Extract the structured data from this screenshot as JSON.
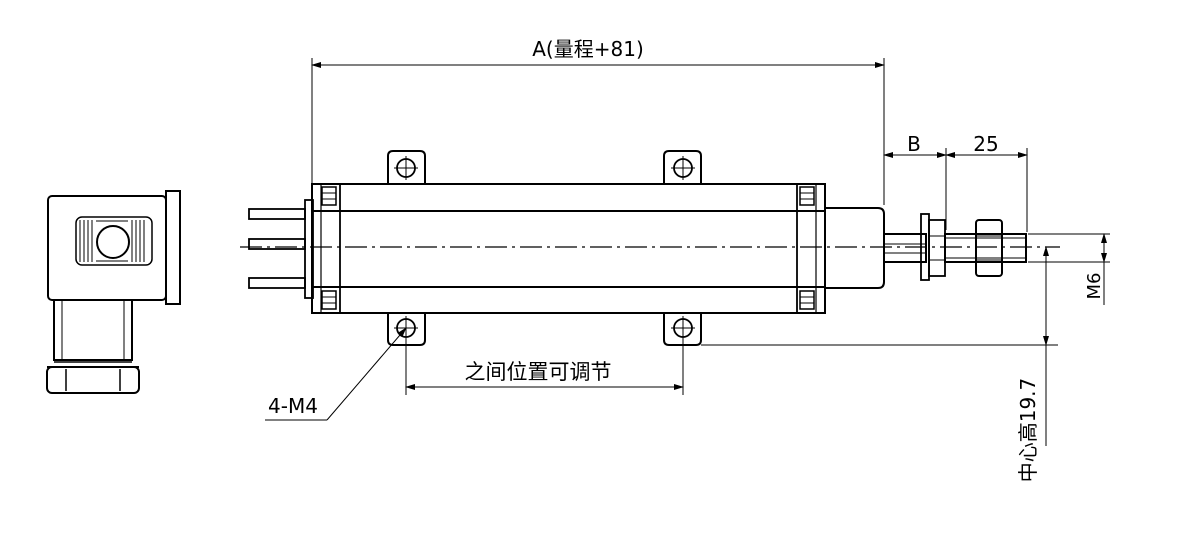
{
  "labels": {
    "dim_a": "A(量程+81)",
    "dim_b": "B",
    "dim_25": "25",
    "adjustable_between": "之间位置可调节",
    "mount_holes": "4-M4",
    "thread": "M6",
    "center_height": "中心高19.7"
  },
  "colors": {
    "line": "#000000",
    "background": "#ffffff"
  }
}
